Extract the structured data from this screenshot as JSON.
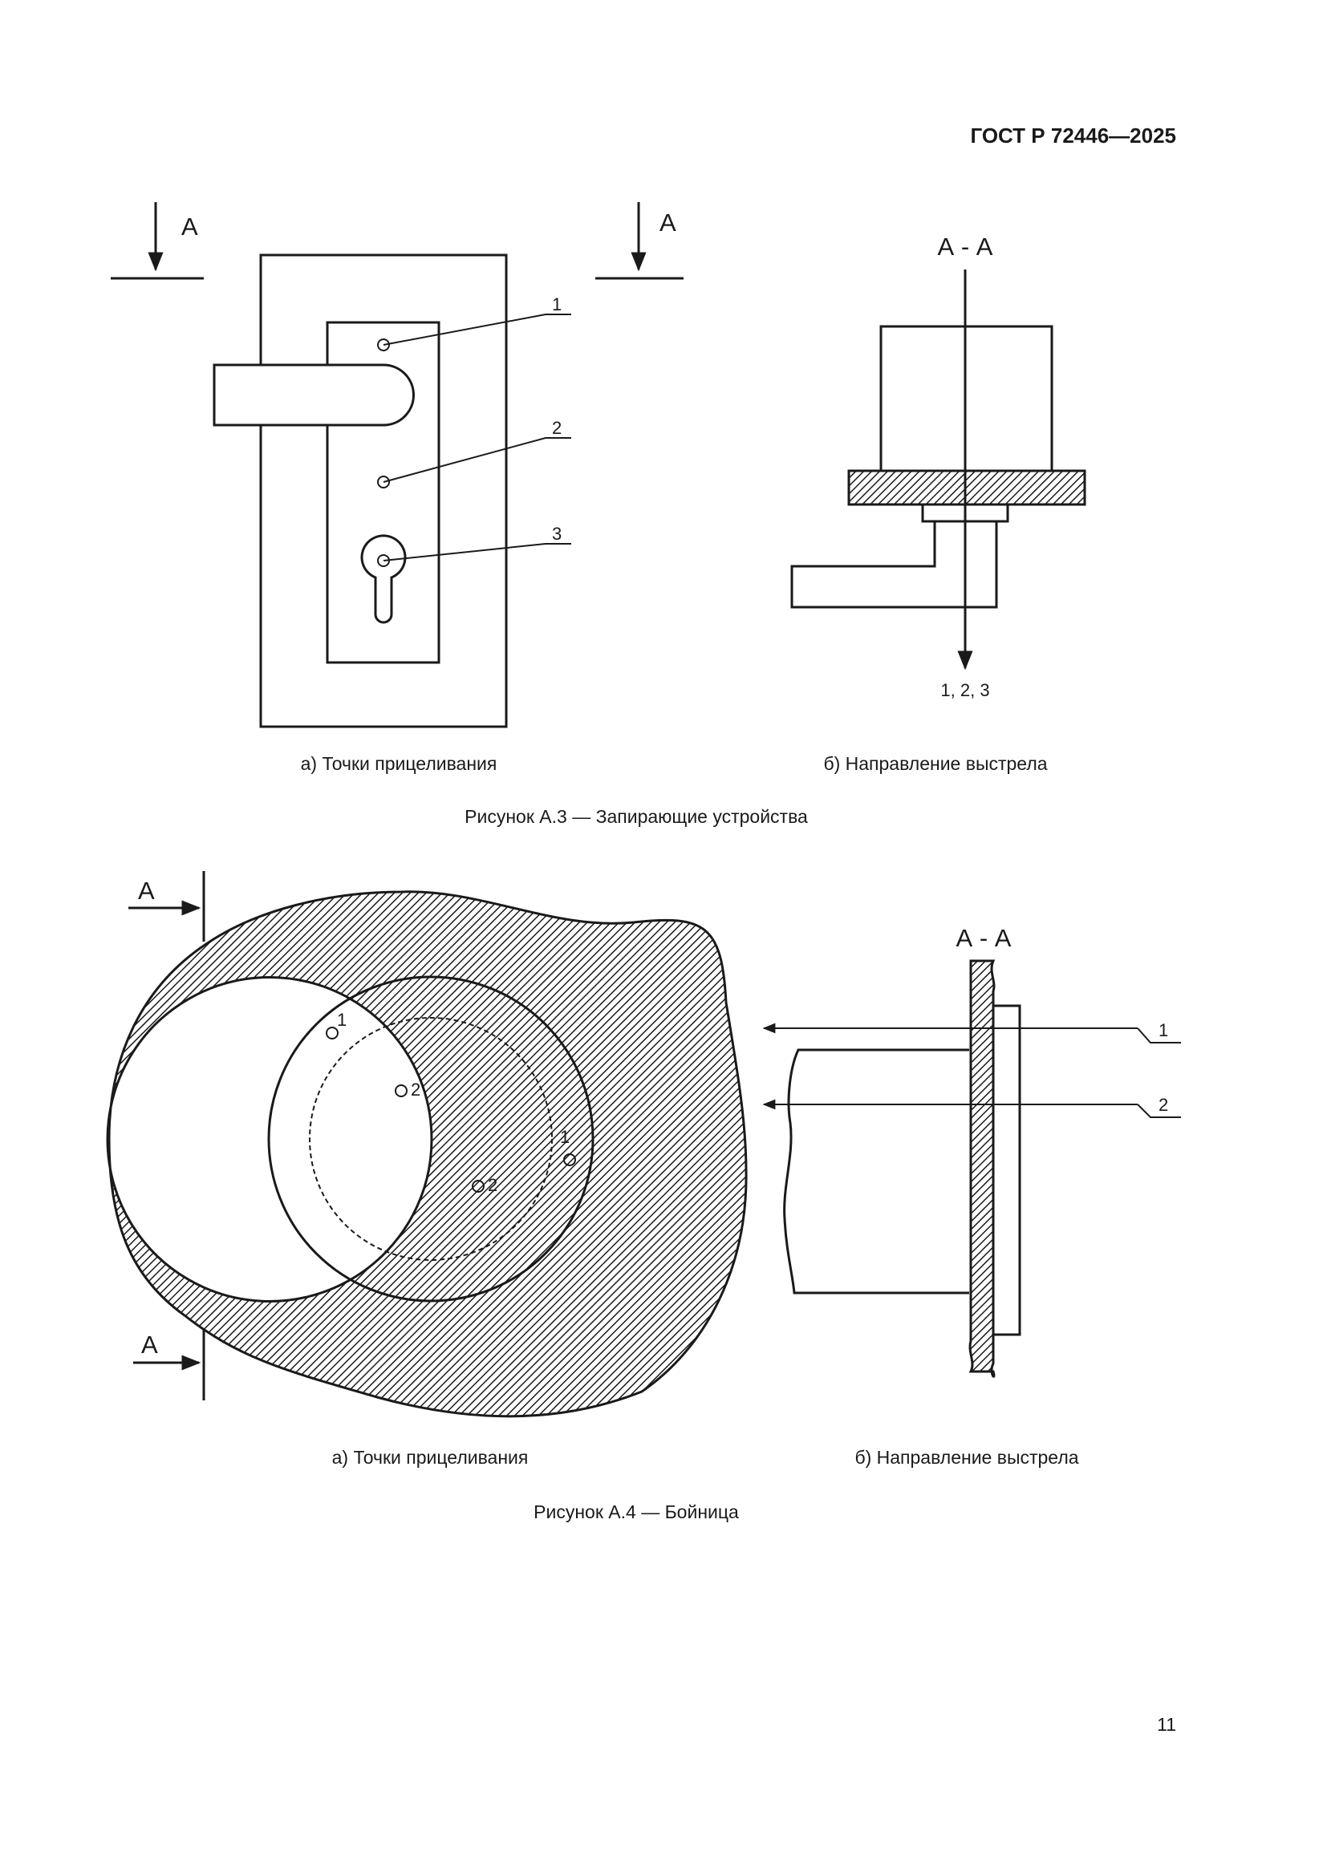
{
  "header": {
    "standard": "ГОСТ Р 72446—2025"
  },
  "figure_a3": {
    "section_marks": [
      "А",
      "А"
    ],
    "section_title": "А - А",
    "callouts": [
      "1",
      "2",
      "3"
    ],
    "direction_label": "1, 2, 3",
    "sub_a": "а) Точки прицеливания",
    "sub_b": "б) Направление выстрела",
    "caption": "Рисунок А.3 — Запирающие устройства"
  },
  "figure_a4": {
    "section_marks": [
      "А",
      "А"
    ],
    "section_title": "А - А",
    "point_labels": [
      "1",
      "2",
      "1",
      "2"
    ],
    "callouts": [
      "1",
      "2"
    ],
    "sub_a": "а) Точки прицеливания",
    "sub_b": "б) Направление выстрела",
    "caption": "Рисунок А.4 — Бойница"
  },
  "footer": {
    "page_number": "11"
  }
}
